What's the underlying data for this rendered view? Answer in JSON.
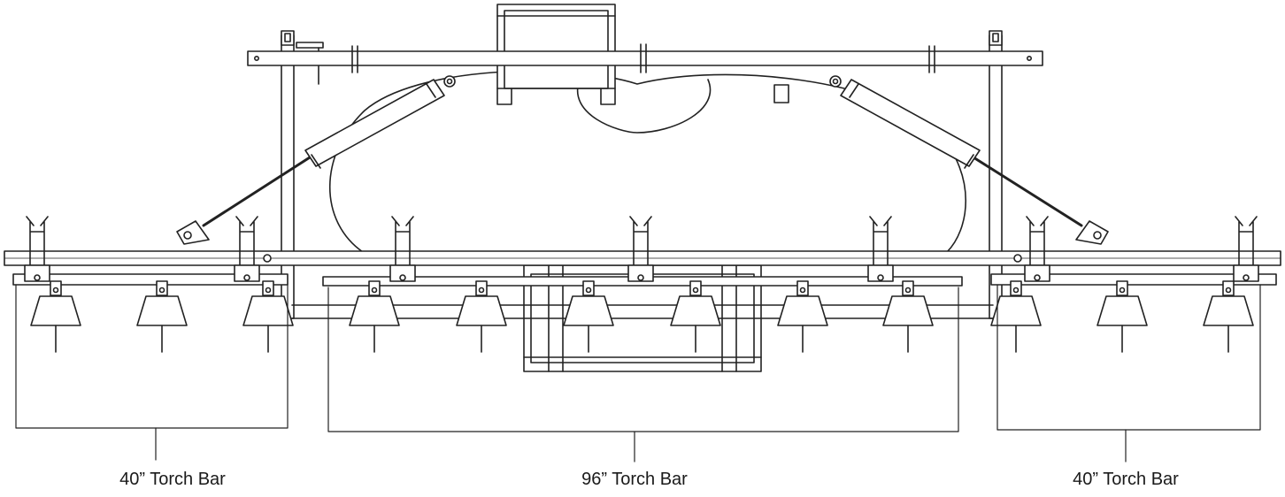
{
  "colors": {
    "line": "#222222",
    "fill": "#ffffff"
  },
  "callouts": {
    "left": "40” Torch Bar",
    "center": "96” Torch Bar",
    "right": "40” Torch Bar"
  }
}
